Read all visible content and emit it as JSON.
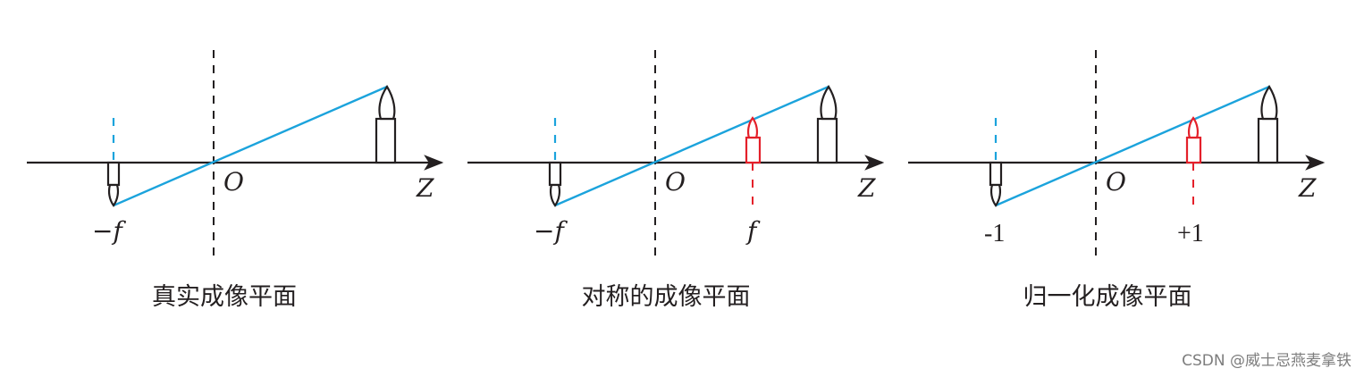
{
  "panels": [
    {
      "axis_label": "Z",
      "origin_label": "O",
      "left_label": "−f",
      "right_label": "",
      "caption": "真实成像平面",
      "image_side": "behind"
    },
    {
      "axis_label": "Z",
      "origin_label": "O",
      "left_label": "−f",
      "right_label": "f",
      "caption": "对称的成像平面",
      "image_side": "both"
    },
    {
      "axis_label": "Z",
      "origin_label": "O",
      "left_label": "-1",
      "right_label": "+1",
      "caption": "归一化成像平面",
      "image_side": "both"
    }
  ],
  "watermark": "CSDN @威士忌燕麦拿铁",
  "colors": {
    "axis": "#231f20",
    "ray": "#1ba3dc",
    "virtual_image": "#e4202a"
  }
}
